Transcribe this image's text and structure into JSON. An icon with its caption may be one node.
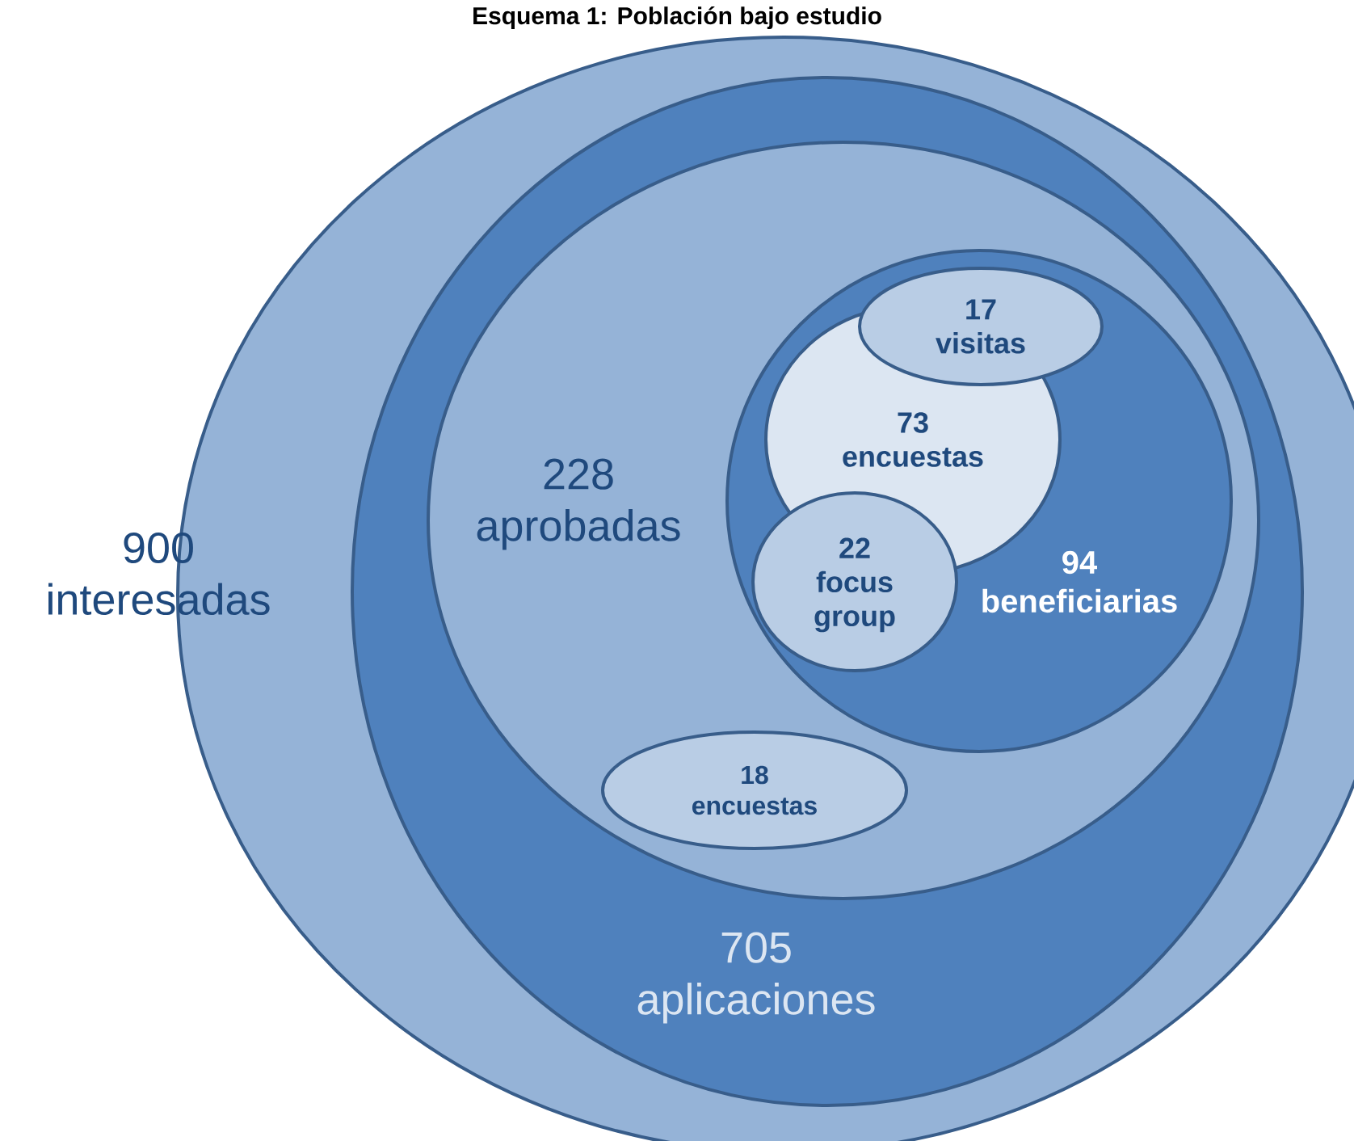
{
  "diagram": {
    "title": "Esquema 1: Población bajo estudio",
    "nodes": [
      {
        "text": [
          "900 interesadas"
        ]
      },
      {
        "text": [
          "705 aplicaciones"
        ],
        "in": 0
      },
      {
        "text": [
          "228 aprobadas"
        ],
        "in": 1
      },
      {
        "text": [
          "94 beneficiarias"
        ],
        "in": 2
      },
      {
        "text": [
          "73 encuestas"
        ],
        "in": 3
      },
      {
        "text": [
          "17 visitas"
        ],
        "in": 3
      },
      {
        "text": [
          "22 focus group"
        ],
        "in": 3
      },
      {
        "text": [
          "18 encuestas"
        ],
        "in": 2
      }
    ]
  }
}
